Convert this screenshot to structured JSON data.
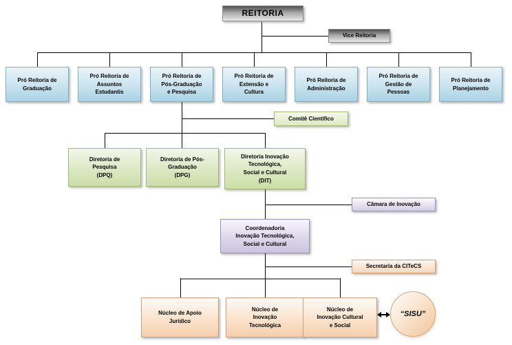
{
  "org_chart": {
    "root": "REITORIA",
    "vice": "Vice Reitoria",
    "pro_reitorias": [
      "Pró Reitoria de\nGraduação",
      "Pró Reitoria de\nAssuntos\nEstudantis",
      "Pró Reitoria de\nPós-Graduação\ne Pesquisa",
      "Pró Reitoria de\nExtensão e\nCultura",
      "Pró Reitoria de\nAdministração",
      "Pró Reitoria de\nGestão de\nPessoas",
      "Pró Reitoria de\nPlanejamento"
    ],
    "comite": "Comitê Cientifico",
    "diretorias": [
      "Diretoria de\nPesquisa\n(DPQ)",
      "Diretoria de Pós-\nGraduação\n(DPG)",
      "Diretoria Inovação\nTecnológica,\nSocial e Cultural\n(DIT)"
    ],
    "camara": "Câmara de Inovação",
    "coordenadoria": "Coordenadoria\nInovação Tecnológica,\nSocial e Cultural",
    "secretaria": "Secretaria da CITeCS",
    "nucleos": [
      "Núcleo de Apoio\nJurídico",
      "Núcleo de\nInovação\nTecnológica",
      "Núcleo de\nInovação Cultural\ne Social"
    ],
    "sisu": "“SISU”",
    "colors": {
      "root_gradient_top": "#4f4f4f",
      "root_gradient_bottom": "#e9e9e9",
      "blue_top": "#eaf4f9",
      "blue_bottom": "#a9d2e4",
      "blue_border": "#79b0ca",
      "green_top": "#f3f6ea",
      "green_bottom": "#cbdfa6",
      "green_border": "#a3b876",
      "lavender_top": "#f8f6fb",
      "lavender_bottom": "#cbc3df",
      "lavender_border": "#9b93b6",
      "orange_top": "#fdfaf6",
      "orange_bottom": "#f5cfae",
      "orange_border": "#d2a078",
      "connector": "#000000",
      "connector_gray": "#7f7f7f"
    }
  }
}
